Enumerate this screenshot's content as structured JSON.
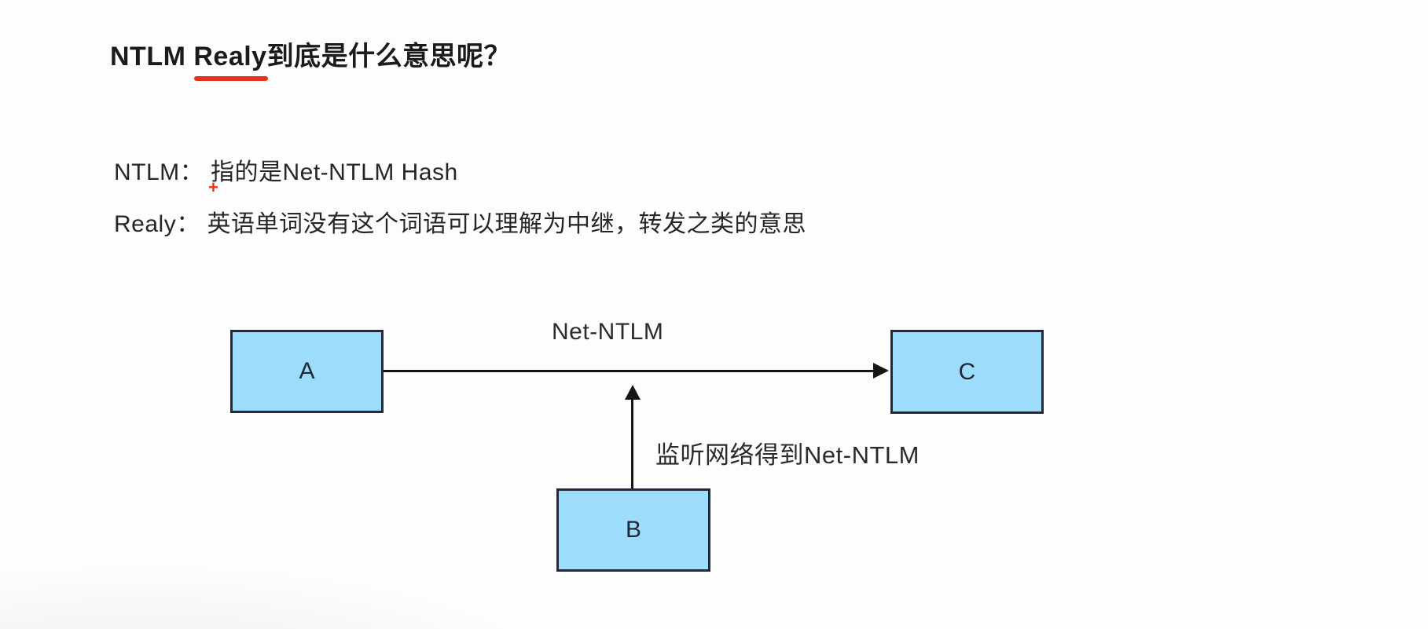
{
  "page": {
    "background_color": "#fdfdfd"
  },
  "title": {
    "prefix": "NTLM ",
    "highlight": "Realy",
    "suffix": "到底是什么意思呢？",
    "underline_color": "#e8321c"
  },
  "notes": [
    {
      "text": "NTLM： 指的是Net-NTLM Hash"
    },
    {
      "text": "Realy： 英语单词没有这个词语可以理解为中继，转发之类的意思"
    }
  ],
  "cursor": {
    "glyph": "+",
    "color": "#e8321c"
  },
  "diagram": {
    "node_fill_color": "#9edcfb",
    "node_border_color": "#222a38",
    "arrow_color": "#151515",
    "nodes": [
      {
        "id": "A",
        "label": "A"
      },
      {
        "id": "B",
        "label": "B"
      },
      {
        "id": "C",
        "label": "C"
      }
    ],
    "edges": [
      {
        "from": "A",
        "to": "C",
        "label": "Net-NTLM",
        "direction": "right"
      },
      {
        "from": "B",
        "to": "A-C-line",
        "label": "监听网络得到Net-NTLM",
        "direction": "up"
      }
    ]
  }
}
